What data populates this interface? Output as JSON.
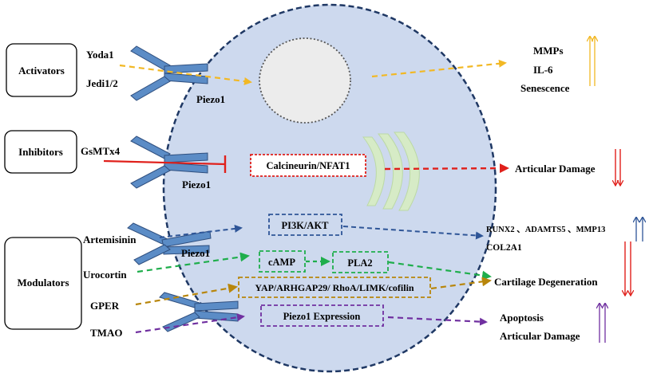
{
  "categories": {
    "activators": "Activators",
    "inhibitors": "Inhibitors",
    "modulators": "Modulators"
  },
  "agents": {
    "yoda1": "Yoda1",
    "jedi": "Jedi1/2",
    "gsmtx4": "GsMTx4",
    "artemisinin": "Artemisinin",
    "urocortin": "Urocortin",
    "gper": "GPER",
    "tmao": "TMAO"
  },
  "channel": {
    "piezo1_a": "Piezo1",
    "piezo1_b": "Piezo1",
    "piezo1_c": "Piezo1"
  },
  "pathways": {
    "calcineurin": "Calcineurin/NFAT1",
    "pi3k": "PI3K/AKT",
    "camp": "cAMP",
    "pla2": "PLA2",
    "yap": "YAP/ARHGAP29/ RhoA/LIMK/cofilin",
    "expression": "Piezo1 Expression"
  },
  "outcomes": {
    "mmps": "MMPs",
    "il6": "IL-6",
    "senescence": "Senescence",
    "articular_damage_1": "Articular Damage",
    "genes": "RUNX2 、ADAMTS5 、MMP13",
    "col2a1": "COL2A1",
    "cartilage": "Cartilage Degeneration",
    "apoptosis": "Apoptosis",
    "articular_damage_2": "Articular Damage"
  },
  "colors": {
    "cell_fill": "#cdd9ee",
    "cell_border": "#1f3864",
    "receptor": "#5b8cc6",
    "activator_arrow": "#f2b824",
    "inhibitor_line": "#e0201b",
    "nfat_arrow": "#e0201b",
    "pi3k_arrow": "#2e5597",
    "camp_arrow": "#1fae4c",
    "yap_arrow": "#b8860b",
    "tmao_arrow": "#7030a0",
    "er_fill": "#d6ebc6"
  }
}
